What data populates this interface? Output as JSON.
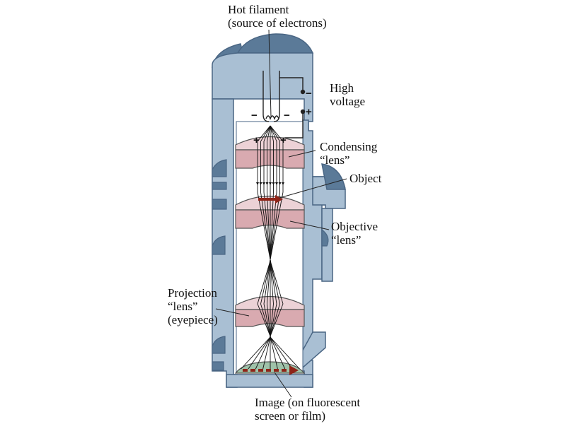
{
  "colors": {
    "body": "#a9bfd3",
    "body_dark": "#5b7a98",
    "outline": "#4a6684",
    "lens": "#d9aab0",
    "lens_top": "#ecd2d6",
    "beam": "#111111",
    "object": "#8e2418",
    "screen": "#9fc2a9"
  },
  "labels": {
    "filament": [
      "Hot filament",
      "(source of electrons)"
    ],
    "voltage": [
      "High",
      "voltage"
    ],
    "condensing": [
      "Condensing",
      "“lens”"
    ],
    "object": [
      "Object"
    ],
    "objective": [
      "Objective",
      "“lens”"
    ],
    "projection": [
      "Projection",
      "“lens”",
      "(eyepiece)"
    ],
    "image": [
      "Image (on fluorescent",
      "screen or film)"
    ]
  },
  "symbols": {
    "minus": "−",
    "plus": "+"
  }
}
